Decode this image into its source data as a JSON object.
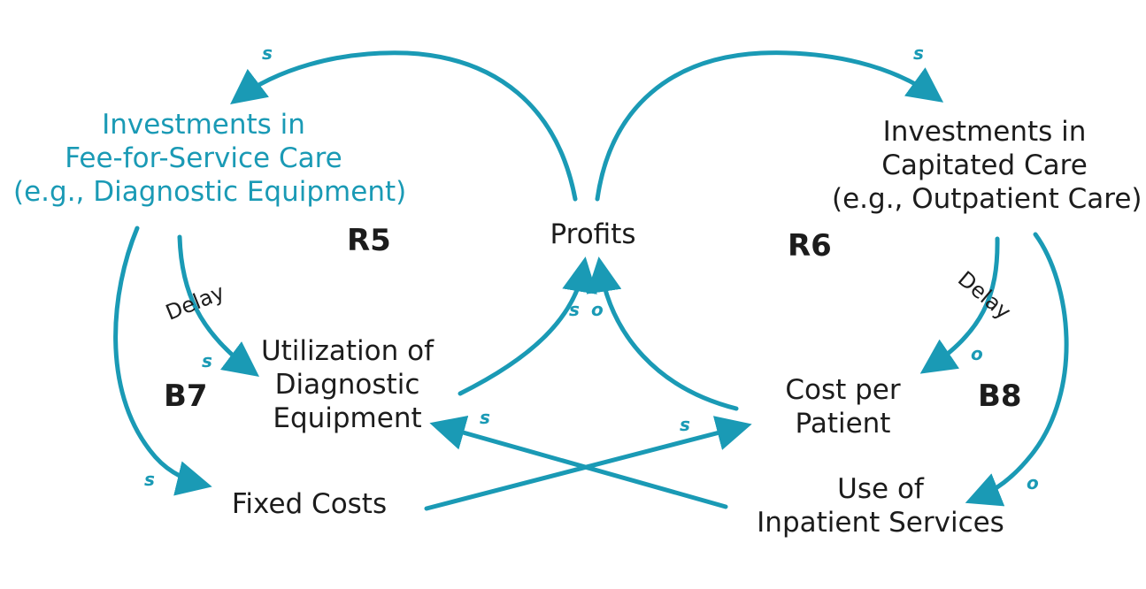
{
  "colors": {
    "accent": "#1a9ab5",
    "text": "#1c1c1c",
    "background": "#ffffff"
  },
  "nodes": {
    "fee_for_service": [
      "Investments in",
      "Fee-for-Service Care",
      "(e.g., Diagnostic Equipment)"
    ],
    "capitated": [
      "Investments in",
      "Capitated Care",
      "(e.g., Outpatient Care)"
    ],
    "profits": [
      "Profits"
    ],
    "utilization": [
      "Utilization of",
      "Diagnostic",
      "Equipment"
    ],
    "cost_per_patient": [
      "Cost per",
      "Patient"
    ],
    "fixed_costs": [
      "Fixed Costs"
    ],
    "inpatient": [
      "Use of",
      "Inpatient Services"
    ]
  },
  "loops": {
    "r5": "R5",
    "r6": "R6",
    "b7": "B7",
    "b8": "B8"
  },
  "delays": {
    "left": "Delay",
    "right": "Delay"
  },
  "polarities": {
    "profits_to_ffs": "s",
    "profits_to_capitated": "s",
    "util_to_profits": "s",
    "cost_to_profits": "o",
    "ffs_to_util": "s",
    "capitated_to_cost": "o",
    "ffs_to_fixed": "s",
    "capitated_to_inpatient": "o",
    "inpatient_to_util": "s",
    "fixed_to_cost": "s"
  }
}
